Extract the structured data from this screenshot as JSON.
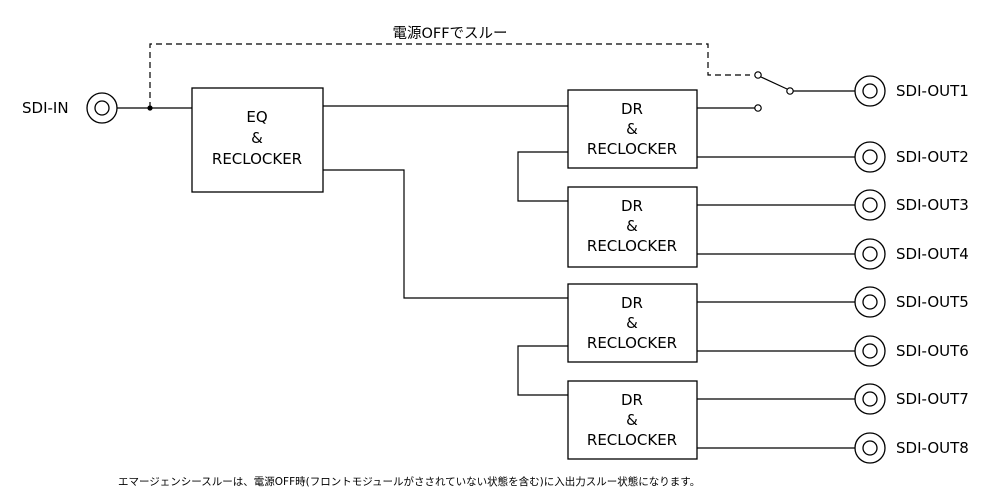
{
  "input": {
    "label": "SDI-IN"
  },
  "bypass": {
    "label": "電源OFFでスルー"
  },
  "eq_block": {
    "line1": "EQ",
    "line2": "&",
    "line3": "RECLOCKER"
  },
  "dr_blocks": [
    {
      "line1": "DR",
      "line2": "&",
      "line3": "RECLOCKER"
    },
    {
      "line1": "DR",
      "line2": "&",
      "line3": "RECLOCKER"
    },
    {
      "line1": "DR",
      "line2": "&",
      "line3": "RECLOCKER"
    },
    {
      "line1": "DR",
      "line2": "&",
      "line3": "RECLOCKER"
    }
  ],
  "outputs": [
    "SDI-OUT1",
    "SDI-OUT2",
    "SDI-OUT3",
    "SDI-OUT4",
    "SDI-OUT5",
    "SDI-OUT6",
    "SDI-OUT7",
    "SDI-OUT8"
  ],
  "footnote": "エマージェンシースルーは、電源OFF時(フロントモジュールがさされていない状態を含む)に入出力スルー状態になります。"
}
